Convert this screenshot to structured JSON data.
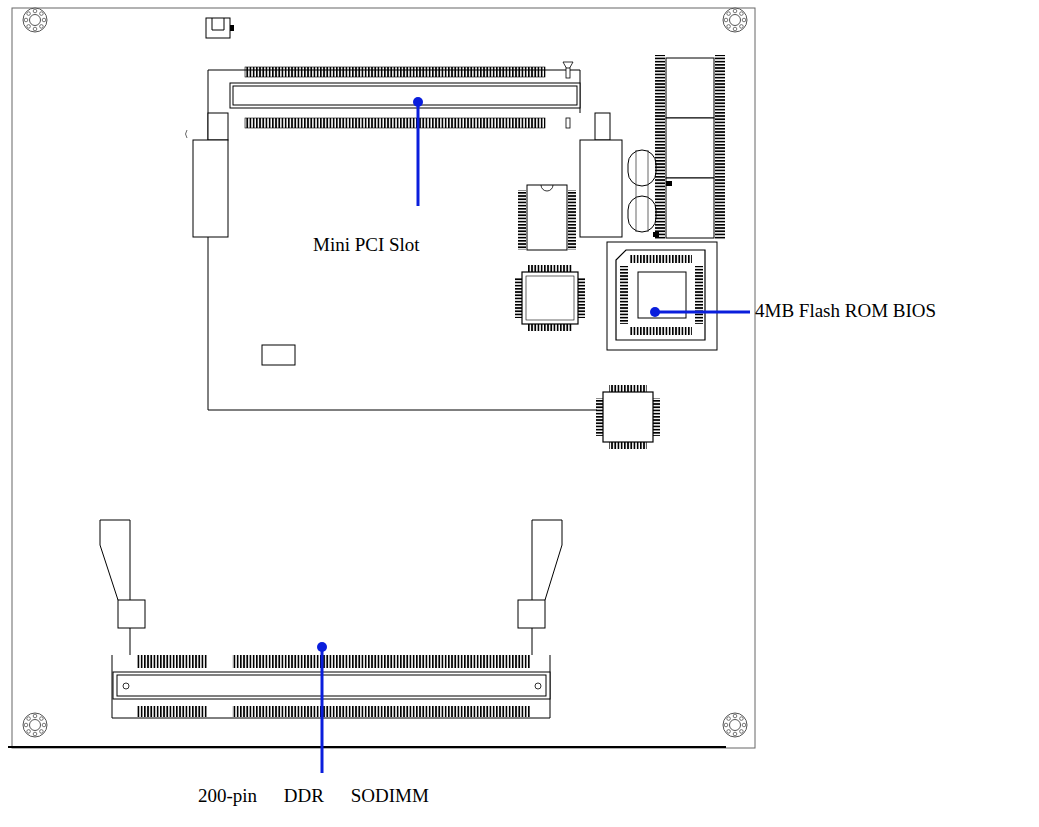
{
  "diagram": {
    "labels": [
      "Mini PCI Slot",
      "4MB Flash ROM BIOS",
      "200-pin DDR SODIMM"
    ]
  }
}
